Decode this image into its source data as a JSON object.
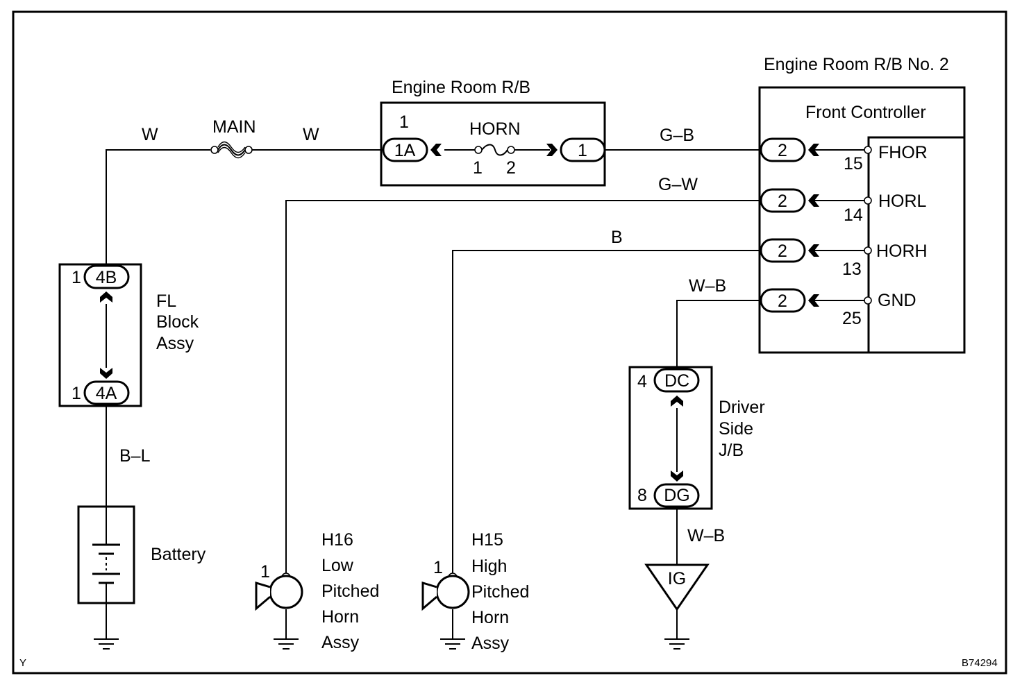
{
  "corner": {
    "left": "Y",
    "code": "B74294"
  },
  "components": {
    "engine_room_rb": {
      "title": "Engine Room R/B",
      "pin_top": "1",
      "conn_in": "1A",
      "conn_out": "1",
      "fuse": "HORN",
      "fuse_pin_1": "1",
      "fuse_pin_2": "2"
    },
    "main_fuse": "MAIN",
    "engine_room_rb2": {
      "title": "Engine Room R/B No. 2",
      "controller": "Front Controller"
    },
    "fl_block": {
      "name_line1": "FL",
      "name_line2": "Block",
      "name_line3": "Assy",
      "conn_top": "4B",
      "conn_bottom": "4A",
      "pin_top": "1",
      "pin_bottom": "1"
    },
    "battery": "Battery",
    "driver_jb": {
      "name_line1": "Driver",
      "name_line2": "Side",
      "name_line3": "J/B",
      "conn_top": "DC",
      "conn_bottom": "DG",
      "pin_top": "4",
      "pin_bottom": "8"
    },
    "ig": "IG",
    "h16": {
      "code": "H16",
      "line1": "Low",
      "line2": "Pitched",
      "line3": "Horn",
      "line4": "Assy",
      "pin": "1"
    },
    "h15": {
      "code": "H15",
      "line1": "High",
      "line2": "Pitched",
      "line3": "Horn",
      "line4": "Assy",
      "pin": "1"
    }
  },
  "controller_pins": [
    {
      "name": "FHOR",
      "number": "15",
      "connector": "2"
    },
    {
      "name": "HORL",
      "number": "14",
      "connector": "2"
    },
    {
      "name": "HORH",
      "number": "13",
      "connector": "2"
    },
    {
      "name": "GND",
      "number": "25",
      "connector": "2"
    }
  ],
  "wires": {
    "battery_main": "W",
    "main_rb": "W",
    "rb_fhor": "G–B",
    "horl_h16": "G–W",
    "horh_h15": "B",
    "gnd_jb": "W–B",
    "jb_ig": "W–B",
    "fl_battery": "B–L"
  }
}
